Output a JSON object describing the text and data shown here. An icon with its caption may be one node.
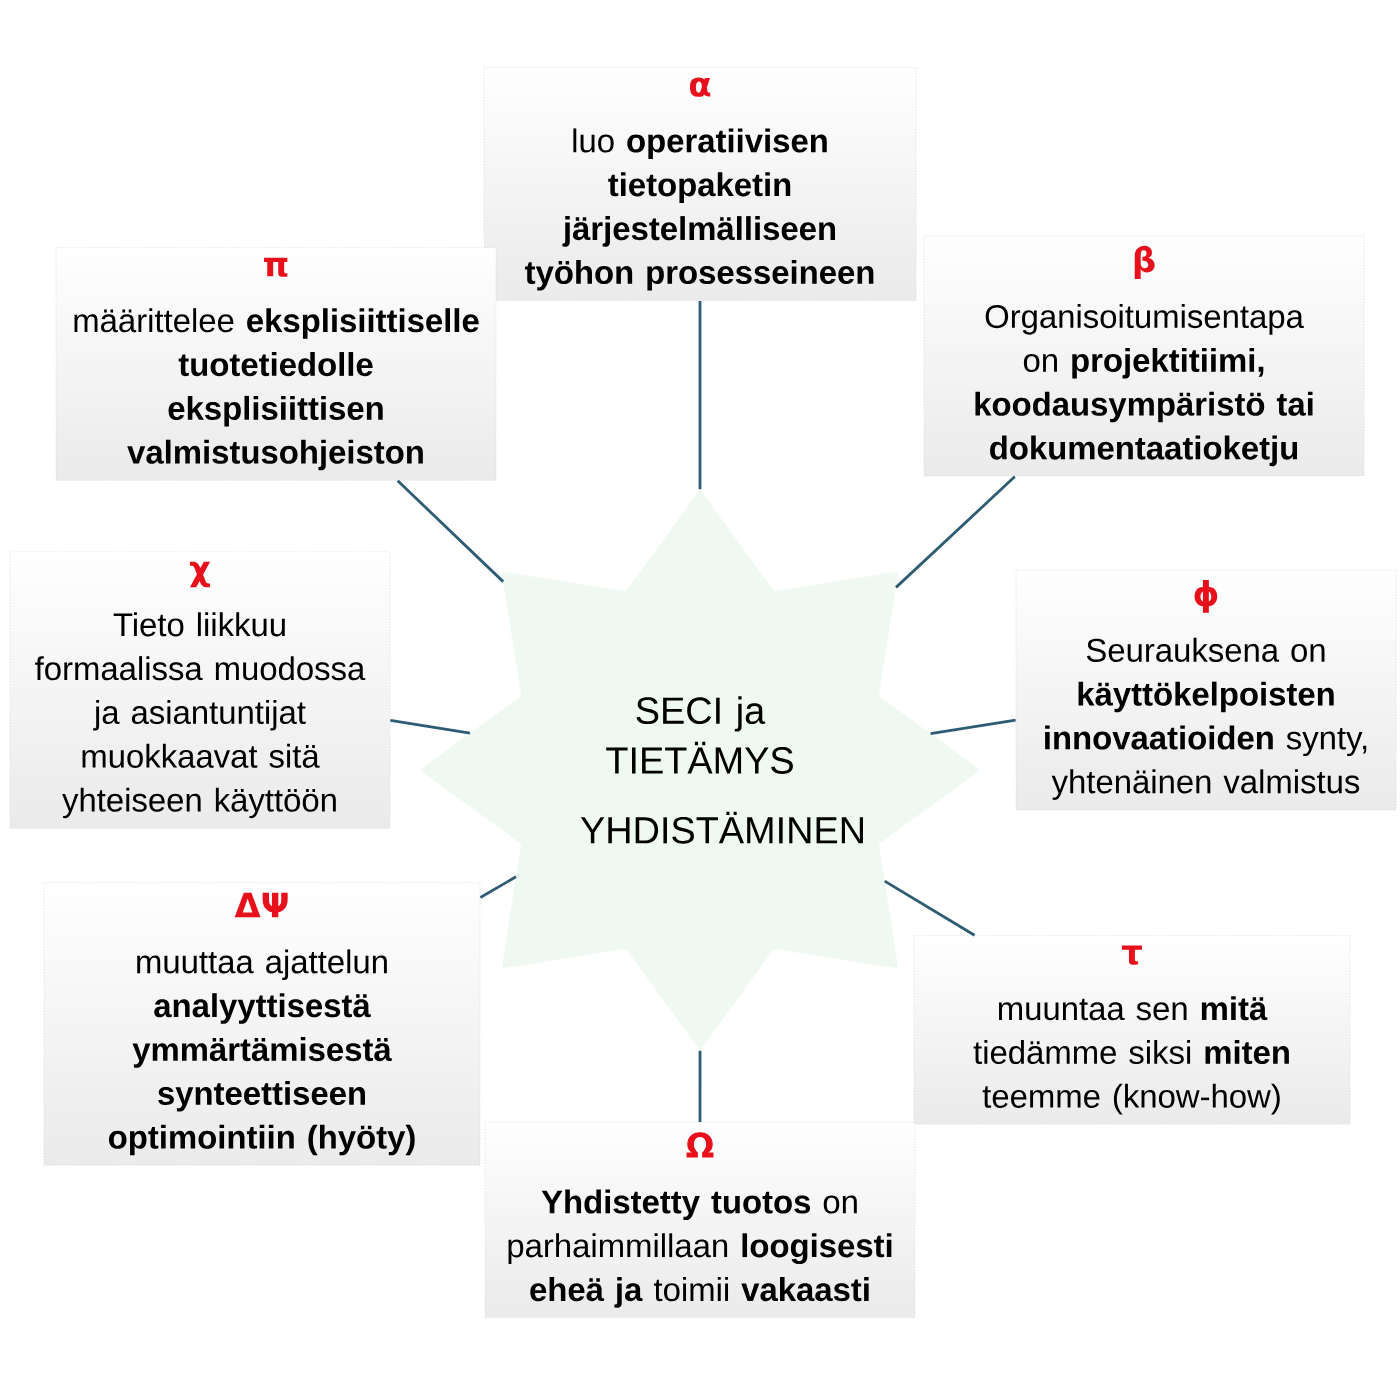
{
  "diagram": {
    "nodes": [
      {
        "text": [
          "SECI ja TIETÄMYS",
          "YHDISTÄMINEN"
        ]
      },
      {
        "text": [
          "α",
          "luo **operatiivisen tietopaketin järjestelmälliseen työhon prosesseineen**"
        ]
      },
      {
        "text": [
          "π",
          "määrittelee **eksplisiittiselle tuotetiedolle eksplisiittisen valmistusohjeiston**"
        ]
      },
      {
        "text": [
          "β",
          "Organisoitumisentapa on **projektitiimi, koodausympäristö tai dokumentaatioketju**"
        ]
      },
      {
        "text": [
          "χ",
          "Tieto liikkuu formaalissa muodossa ja asiantuntijat muokkaavat sitä yhteiseen käyttöön"
        ]
      },
      {
        "text": [
          "ϕ",
          "Seurauksena on **käyttökelpoisten innovaatioiden** synty, yhtenäinen valmistus"
        ]
      },
      {
        "text": [
          "ΔΨ",
          "muuttaa ajattelun **analyyttisestä ymmärtämisestä synteettiseen optimointiin (hyöty)**"
        ]
      },
      {
        "text": [
          "τ",
          "muuntaa sen **mitä** tiedämme siksi **miten** teemme (know-how)"
        ]
      },
      {
        "text": [
          "Ω",
          "**Yhdistetty tuotos** on parhaimmillaan **loogisesti eheä ja** toimii **vakaasti**"
        ]
      }
    ],
    "edges": [
      {
        "from": 0,
        "to": 1,
        "arrow": "none"
      },
      {
        "from": 0,
        "to": 2,
        "arrow": "none"
      },
      {
        "from": 0,
        "to": 3,
        "arrow": "none"
      },
      {
        "from": 0,
        "to": 4,
        "arrow": "none"
      },
      {
        "from": 0,
        "to": 5,
        "arrow": "none"
      },
      {
        "from": 0,
        "to": 6,
        "arrow": "none"
      },
      {
        "from": 0,
        "to": 7,
        "arrow": "none"
      },
      {
        "from": 0,
        "to": 8,
        "arrow": "none"
      }
    ]
  }
}
